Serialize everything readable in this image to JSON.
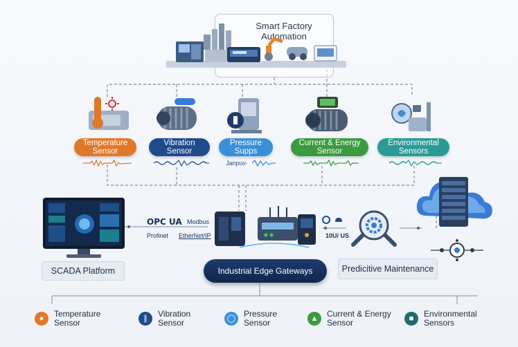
{
  "top": {
    "title_line1": "Smart Factory",
    "title_line2": "Automation"
  },
  "sensors": [
    {
      "line1": "Temperature",
      "line2": "Sensor",
      "color": "#e0782a",
      "wave_color": "#e0782a"
    },
    {
      "line1": "Vibration",
      "line2": "Sensor",
      "color": "#1f4a8c",
      "wave_color": "#2a56a8"
    },
    {
      "line1": "Pressure",
      "line2": "Supps",
      "color": "#3a8fd9",
      "wave_color": "#3a8fd9",
      "caption": "Janpuv·"
    },
    {
      "line1": "Current & Energy",
      "line2": "Sensor",
      "color": "#3a9b3f",
      "wave_color": "#3a9b3f"
    },
    {
      "line1": "Environmental",
      "line2": "Sensors",
      "color": "#2a9a98",
      "wave_color": "#2a9a98"
    }
  ],
  "protocols": {
    "opc": "OPC UA",
    "modbus": "Modbus",
    "profinet": "Profinet",
    "ethernet": "EtherNet/IP"
  },
  "scada": {
    "label": "SCADA Platform"
  },
  "gateway": {
    "label": "Industrial Edge Gateways"
  },
  "maintenance": {
    "label": "Predicitive Maintenance",
    "io_text": "10U/ US"
  },
  "legend": [
    {
      "line1": "Temperature",
      "line2": "Sensor",
      "color": "#e0782a",
      "icon": "thermometer-icon"
    },
    {
      "line1": "Vibration",
      "line2": "Sensor",
      "color": "#1f4a8c",
      "icon": "vibration-icon"
    },
    {
      "line1": "Pressure",
      "line2": "Sensor",
      "color": "#3a8fd9",
      "icon": "pressure-icon"
    },
    {
      "line1": "Current & Energy",
      "line2": "Sensor",
      "color": "#3a9b3f",
      "icon": "energy-icon"
    },
    {
      "line1": "Environmental",
      "line2": "Sensors",
      "color": "#1f6a6a",
      "icon": "environment-icon"
    }
  ]
}
